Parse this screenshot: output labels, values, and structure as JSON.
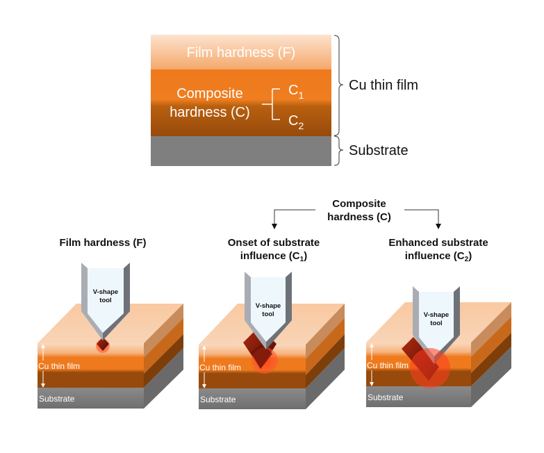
{
  "top_schematic": {
    "layers": [
      {
        "label": "Film hardness (F)",
        "color": "#f8bf93"
      },
      {
        "label_line1": "Composite",
        "label_line2": "hardness (C)",
        "color_upper": "#ee7a1d",
        "color_lower": "#974a0c"
      },
      {
        "label": "",
        "color": "#7f7f7f"
      }
    ],
    "c1": {
      "base": "C",
      "sub": "1"
    },
    "c2": {
      "base": "C",
      "sub": "2"
    },
    "brace_labels": {
      "film": "Cu thin film",
      "substrate": "Substrate"
    }
  },
  "composite_header": {
    "line1": "Composite",
    "line2": "hardness (C)"
  },
  "panels": [
    {
      "title_line1": "Film hardness (F)",
      "title_line2": "",
      "title_sub": "",
      "tool_line1": "V-shape",
      "tool_line2": "tool",
      "film_label": "Cu thin film",
      "substrate_label": "Substrate"
    },
    {
      "title_line1": "Onset of substrate",
      "title_line2": "influence (C",
      "title_sub": "1",
      "title_close": ")",
      "tool_line1": "V-shape",
      "tool_line2": "tool",
      "film_label": "Cu thin film",
      "substrate_label": "Substrate"
    },
    {
      "title_line1": "Enhanced substrate",
      "title_line2": "influence (C",
      "title_sub": "2",
      "title_close": ")",
      "tool_line1": "V-shape",
      "tool_line2": "tool",
      "film_label": "Cu thin film",
      "substrate_label": "Substrate"
    }
  ],
  "colors": {
    "peach": "#f8bf93",
    "orange": "#ee7a1d",
    "brown": "#974a0c",
    "gray": "#7f7f7f",
    "tool_face": "#eef7fb",
    "tool_light": "#a9adb3",
    "tool_dark": "#6e7278",
    "indent": "#8b1a0a",
    "halo": "#ff4a2a"
  }
}
